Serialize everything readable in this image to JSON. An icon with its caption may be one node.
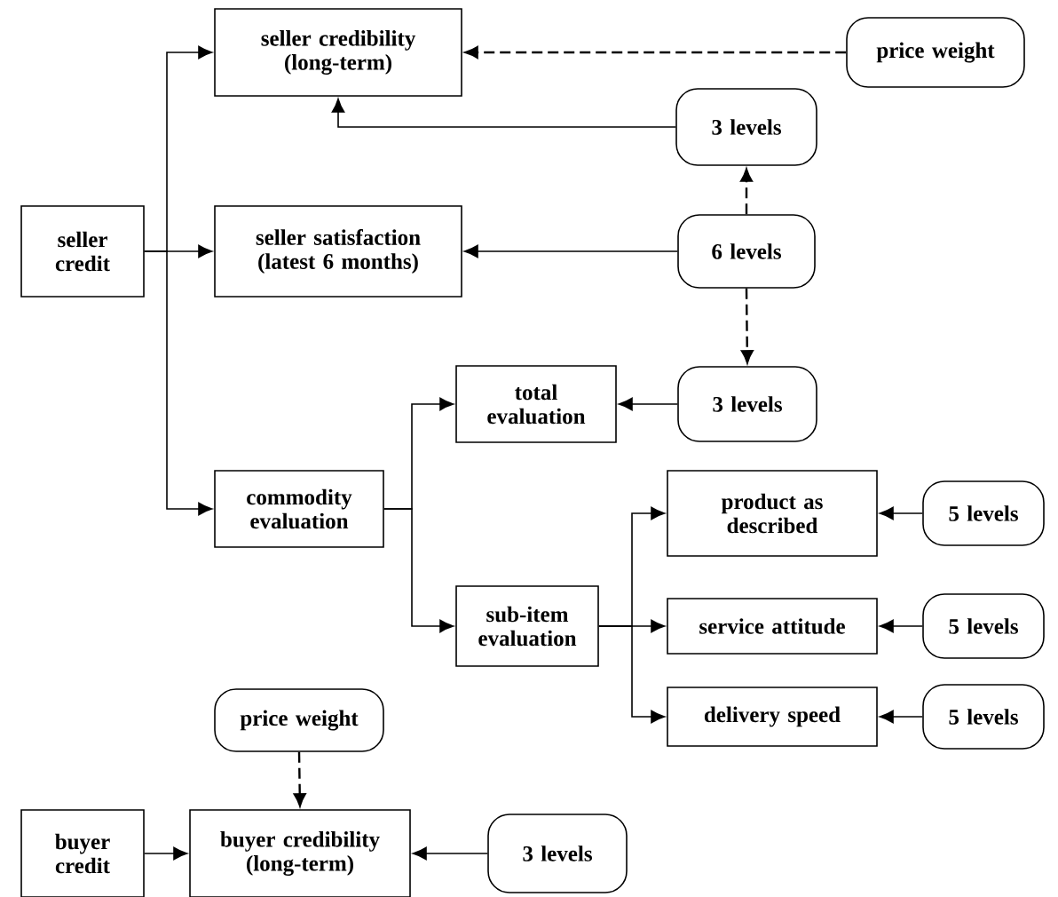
{
  "diagram": {
    "nodes": [
      {
        "text": [
          "seller credit"
        ]
      },
      {
        "text": [
          "seller credibility (long-term)"
        ]
      },
      {
        "text": [
          "seller satisfaction (latest 6 months)"
        ]
      },
      {
        "text": [
          "price weight"
        ]
      },
      {
        "text": [
          "3 levels"
        ]
      },
      {
        "text": [
          "6 levels"
        ]
      },
      {
        "text": [
          "total evaluation"
        ]
      },
      {
        "text": [
          "3 levels"
        ]
      },
      {
        "text": [
          "commodity evaluation"
        ]
      },
      {
        "text": [
          "product as described"
        ]
      },
      {
        "text": [
          "5 levels"
        ]
      },
      {
        "text": [
          "sub-item evaluation"
        ]
      },
      {
        "text": [
          "service attitude"
        ]
      },
      {
        "text": [
          "5 levels"
        ]
      },
      {
        "text": [
          "delivery speed"
        ]
      },
      {
        "text": [
          "5 levels"
        ]
      },
      {
        "text": [
          "price weight"
        ]
      },
      {
        "text": [
          "buyer credit"
        ]
      },
      {
        "text": [
          "buyer credibility (long-term)"
        ]
      },
      {
        "text": [
          "3 levels"
        ]
      }
    ],
    "edges": [
      {
        "from": 0,
        "to": 1,
        "arrow": "to"
      },
      {
        "from": 0,
        "to": 2,
        "arrow": "to"
      },
      {
        "from": 0,
        "to": 8,
        "arrow": "to"
      },
      {
        "from": 3,
        "to": 1,
        "arrow": "to",
        "style": "dashed"
      },
      {
        "from": 4,
        "to": 1,
        "arrow": "to"
      },
      {
        "from": 5,
        "to": 2,
        "arrow": "to"
      },
      {
        "from": 5,
        "to": 4,
        "arrow": "to",
        "style": "dashed"
      },
      {
        "from": 5,
        "to": 7,
        "arrow": "to",
        "style": "dashed"
      },
      {
        "from": 7,
        "to": 6,
        "arrow": "to"
      },
      {
        "from": 8,
        "to": 6,
        "arrow": "to"
      },
      {
        "from": 8,
        "to": 11,
        "arrow": "to"
      },
      {
        "from": 11,
        "to": 9,
        "arrow": "to"
      },
      {
        "from": 11,
        "to": 12,
        "arrow": "to"
      },
      {
        "from": 11,
        "to": 14,
        "arrow": "to"
      },
      {
        "from": 10,
        "to": 9,
        "arrow": "to"
      },
      {
        "from": 13,
        "to": 12,
        "arrow": "to"
      },
      {
        "from": 15,
        "to": 14,
        "arrow": "to"
      },
      {
        "from": 16,
        "to": 18,
        "arrow": "to",
        "style": "dashed"
      },
      {
        "from": 17,
        "to": 18,
        "arrow": "to"
      },
      {
        "from": 19,
        "to": 18,
        "arrow": "to"
      }
    ]
  }
}
